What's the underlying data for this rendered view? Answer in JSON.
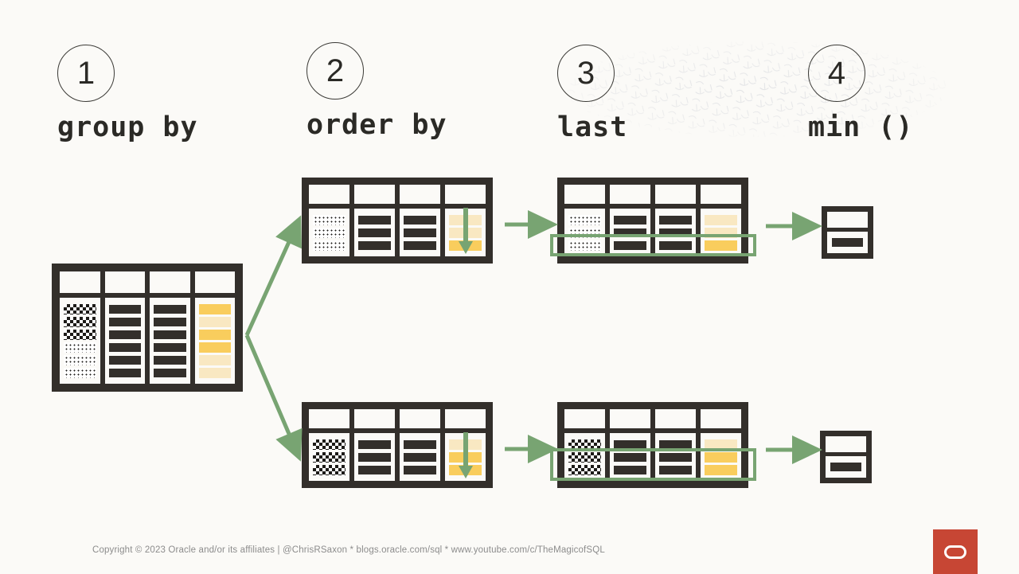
{
  "page": {
    "background_color": "#fbfaf7",
    "ink_color": "#332f2b",
    "accent_green": "#78a472",
    "orange_dark": "#f9cd5d",
    "orange_light": "#f9e8c2",
    "oracle_red": "#c74634"
  },
  "steps": [
    {
      "number": "1",
      "label": "group by"
    },
    {
      "number": "2",
      "label": "order by"
    },
    {
      "number": "3",
      "label": "last"
    },
    {
      "number": "4",
      "label": "min ()"
    }
  ],
  "tables": {
    "source": {
      "name": "source-table",
      "columns": 4,
      "header_row": true,
      "rows": [
        {
          "key": "check-coarse",
          "value": "orange-dark"
        },
        {
          "key": "check-coarse",
          "value": "orange-light"
        },
        {
          "key": "check-coarse",
          "value": "orange-dark"
        },
        {
          "key": "check-fine",
          "value": "orange-dark"
        },
        {
          "key": "check-fine",
          "value": "orange-light"
        },
        {
          "key": "check-fine",
          "value": "orange-light"
        }
      ]
    },
    "ordered_top": {
      "name": "ordered-table-group-b",
      "columns": 4,
      "header_row": true,
      "sort_direction": "descending",
      "rows": [
        {
          "key": "check-fine",
          "value": "orange-light"
        },
        {
          "key": "check-fine",
          "value": "orange-light"
        },
        {
          "key": "check-fine",
          "value": "orange-dark"
        }
      ]
    },
    "ordered_bottom": {
      "name": "ordered-table-group-a",
      "columns": 4,
      "header_row": true,
      "sort_direction": "descending",
      "rows": [
        {
          "key": "check-coarse",
          "value": "orange-light"
        },
        {
          "key": "check-coarse",
          "value": "orange-dark"
        },
        {
          "key": "check-coarse",
          "value": "orange-dark"
        }
      ]
    },
    "last_top": {
      "name": "last-table-group-b",
      "columns": 4,
      "header_row": true,
      "highlight_rows": [
        3
      ],
      "rows": [
        {
          "key": "check-fine",
          "value": "orange-light"
        },
        {
          "key": "check-fine",
          "value": "orange-light"
        },
        {
          "key": "check-fine",
          "value": "orange-dark"
        }
      ]
    },
    "last_bottom": {
      "name": "last-table-group-a",
      "columns": 4,
      "header_row": true,
      "highlight_rows": [
        2,
        3
      ],
      "rows": [
        {
          "key": "check-coarse",
          "value": "orange-light"
        },
        {
          "key": "check-coarse",
          "value": "orange-dark"
        },
        {
          "key": "check-coarse",
          "value": "orange-dark"
        }
      ]
    },
    "result_top": {
      "name": "result-table-group-b",
      "columns": 1,
      "header_row": true,
      "rows": [
        {
          "value": "dark"
        }
      ]
    },
    "result_bottom": {
      "name": "result-table-group-a",
      "columns": 1,
      "header_row": true,
      "rows": [
        {
          "value": "dark"
        }
      ]
    }
  },
  "arrows": {
    "branch_top": "source-to-ordered-top",
    "branch_bottom": "source-to-ordered-bottom",
    "ordered_to_last_top": "ordered-top-to-last-top",
    "ordered_to_last_bottom": "ordered-bottom-to-last-bottom",
    "last_to_result_top": "last-top-to-result-top",
    "last_to_result_bottom": "last-bottom-to-result-bottom"
  },
  "footer": {
    "text": "Copyright © 2023 Oracle and/or its affiliates | @ChrisRSaxon * blogs.oracle.com/sql * www.youtube.com/c/TheMagicofSQL",
    "logo_alt": "Oracle"
  }
}
